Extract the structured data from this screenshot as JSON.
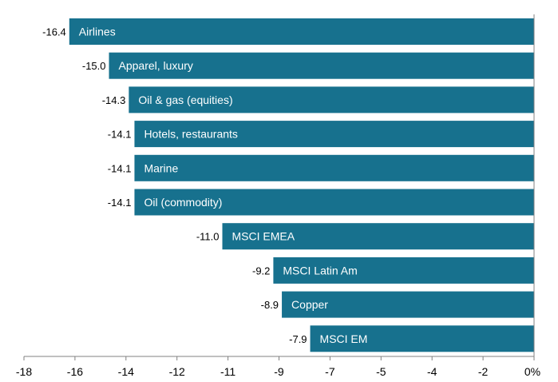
{
  "chart_data": {
    "type": "bar",
    "orientation": "horizontal",
    "categories": [
      "Airlines",
      "Apparel, luxury",
      "Oil & gas (equities)",
      "Hotels, restaurants",
      "Marine",
      "Oil (commodity)",
      "MSCI EMEA",
      "MSCI Latin Am",
      "Copper",
      "MSCI EM"
    ],
    "values": [
      -16.4,
      -15.0,
      -14.3,
      -14.1,
      -14.1,
      -14.1,
      -11.0,
      -9.2,
      -8.9,
      -7.9
    ],
    "value_labels": [
      "-16.4",
      "-15.0",
      "-14.3",
      "-14.1",
      "-14.1",
      "-14.1",
      "-11.0",
      "-9.2",
      "-8.9",
      "-7.9"
    ],
    "x_ticks": [
      -18,
      -16,
      -14,
      -12,
      -11,
      -9,
      -7,
      -5,
      -4,
      -2,
      0
    ],
    "x_tick_labels": [
      "-18",
      "-16",
      "-14",
      "-12",
      "-11",
      "-9",
      "-7",
      "-5",
      "-4",
      "-2",
      "0%"
    ],
    "xlim": [
      -18,
      0
    ],
    "title": "",
    "xlabel": "",
    "ylabel": "",
    "grid": false,
    "legend": "none",
    "colors": {
      "bar": "#17718E",
      "bar_text": "#ffffff",
      "text": "#000000",
      "axis": "#808080"
    }
  }
}
